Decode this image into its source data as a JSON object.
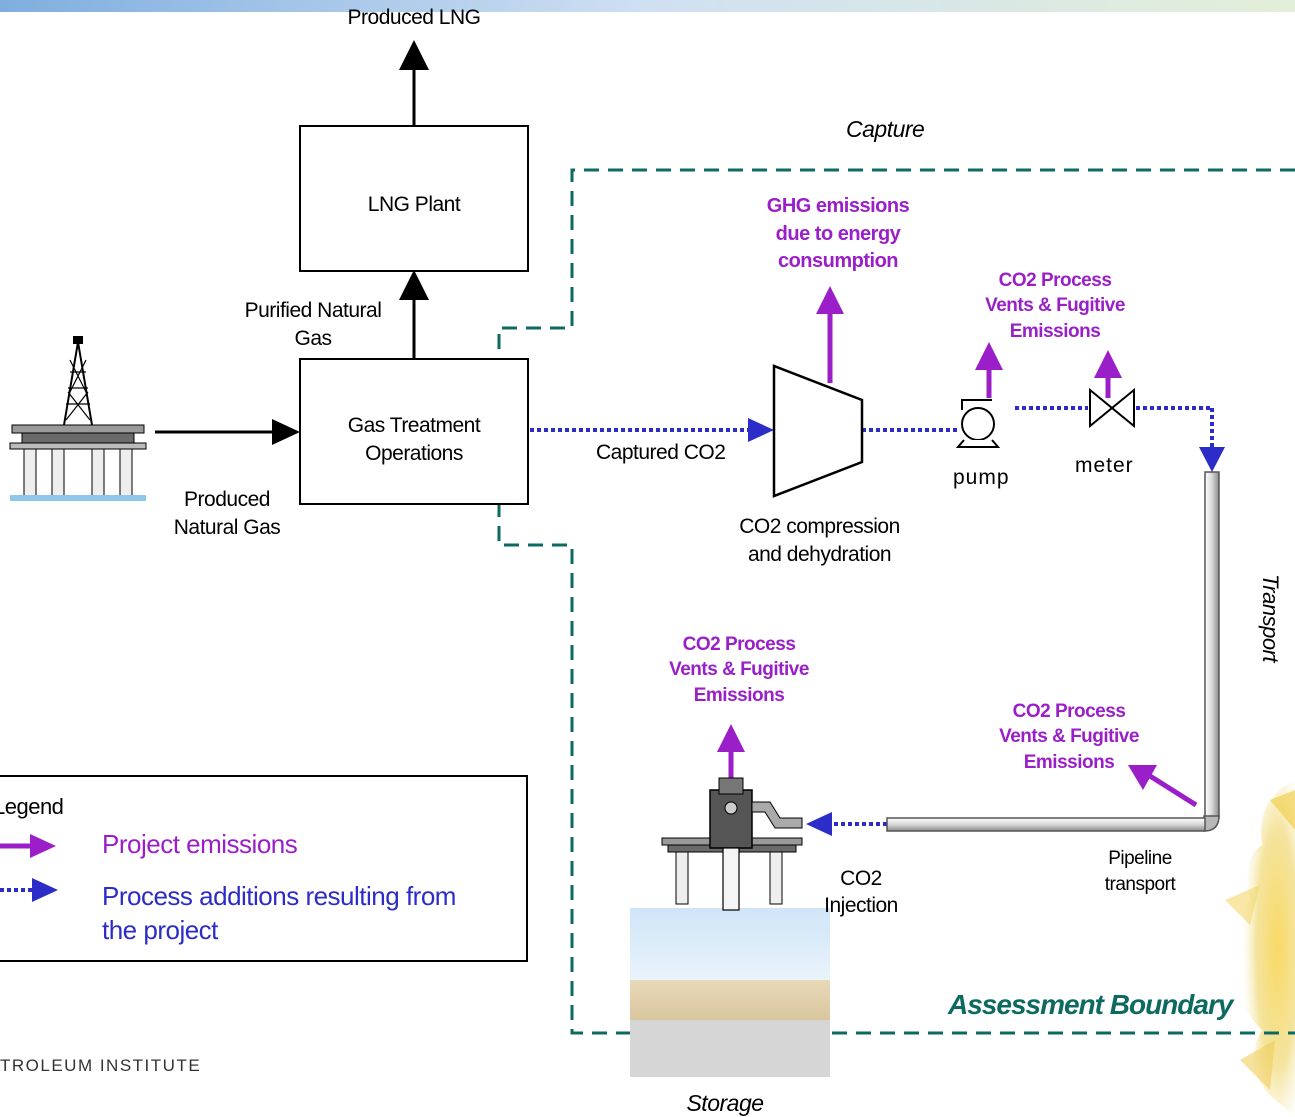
{
  "header": {
    "top_label": "Produced LNG"
  },
  "boxes": {
    "lng_plant": "LNG Plant",
    "gas_treatment": "Gas Treatment\nOperations"
  },
  "labels": {
    "purified_gas": "Purified Natural\nGas",
    "produced_gas": "Produced\nNatural Gas",
    "captured_co2": "Captured CO2",
    "compression": "CO2 compression\nand dehydration",
    "pump": "pump",
    "meter": "meter",
    "pipeline": "Pipeline\ntransport",
    "injection": "CO2\nInjection"
  },
  "emissions": {
    "ghg_energy": "GHG emissions\ndue to energy\nconsumption",
    "process_vents_top": "CO2 Process\nVents & Fugitive\nEmissions",
    "process_vents_storage": "CO2 Process\nVents & Fugitive\nEmissions",
    "process_vents_pipeline": "CO2 Process\nVents & Fugitive\nEmissions"
  },
  "sections": {
    "capture": "Capture",
    "transport": "Transport",
    "storage": "Storage",
    "boundary": "Assessment Boundary"
  },
  "legend": {
    "title": "Legend",
    "project_emissions": "Project emissions",
    "process_additions": "Process additions resulting from\nthe project"
  },
  "footer": {
    "institute_text": "TROLEUM INSTITUTE"
  },
  "colors": {
    "emission_purple": "#9B1FC9",
    "process_blue": "#2C2CC8",
    "boundary_teal": "#0D6A60"
  }
}
